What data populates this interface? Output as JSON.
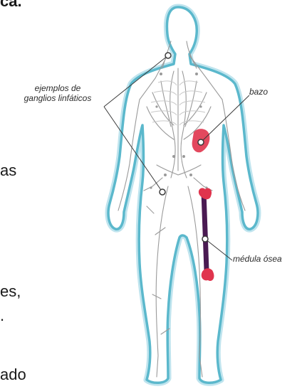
{
  "slide_fragments": {
    "top": "ca.",
    "line1": "as",
    "line2": "es,",
    "line3": ".",
    "line4": "ado"
  },
  "labels": {
    "lymph_nodes_line1": "ejemplos de",
    "lymph_nodes_line2": "ganglios linfáticos",
    "spleen": "bazo",
    "bone_marrow": "médula ósea"
  },
  "colors": {
    "outline": "#5bb8cc",
    "outline_glow": "#bfe4ee",
    "vessels": "#9a9a9a",
    "spleen": "#e0344d",
    "bone": "#4a1a52",
    "bone_ends": "#e0344d",
    "leader_lines": "#3a3a3a"
  }
}
